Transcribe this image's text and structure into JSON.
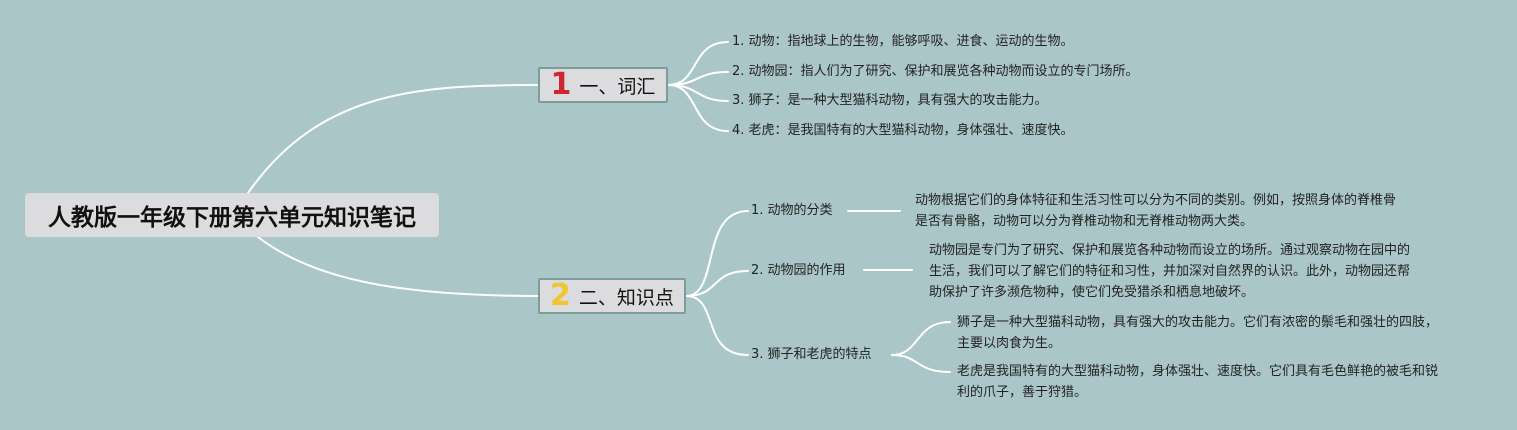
{
  "title": "人教版一年级下册第六单元知识笔记",
  "colors": {
    "background": "#abc6c8",
    "num1": "#d0262f",
    "num2": "#f2c42e"
  },
  "branch1": {
    "num": "1",
    "label": "一、词汇",
    "items": [
      "1. 动物：指地球上的生物，能够呼吸、进食、运动的生物。",
      "2. 动物园：指人们为了研究、保护和展览各种动物而设立的专门场所。",
      "3. 狮子：是一种大型猫科动物，具有强大的攻击能力。",
      "4. 老虎：是我国特有的大型猫科动物，身体强壮、速度快。"
    ]
  },
  "branch2": {
    "num": "2",
    "label": "二、知识点",
    "items": [
      {
        "label": "1. 动物的分类",
        "details": [
          "动物根据它们的身体特征和生活习性可以分为不同的类别。例如，按照身体的脊椎骨是否有骨骼，动物可以分为脊椎动物和无脊椎动物两大类。"
        ]
      },
      {
        "label": "2. 动物园的作用",
        "details": [
          "动物园是专门为了研究、保护和展览各种动物而设立的场所。通过观察动物在园中的生活，我们可以了解它们的特征和习性，并加深对自然界的认识。此外，动物园还帮助保护了许多濒危物种，使它们免受猎杀和栖息地破坏。"
        ]
      },
      {
        "label": "3. 狮子和老虎的特点",
        "details": [
          "狮子是一种大型猫科动物，具有强大的攻击能力。它们有浓密的鬃毛和强壮的四肢，主要以肉食为生。",
          "老虎是我国特有的大型猫科动物，身体强壮、速度快。它们具有毛色鲜艳的被毛和锐利的爪子，善于狩猎。"
        ]
      }
    ]
  }
}
